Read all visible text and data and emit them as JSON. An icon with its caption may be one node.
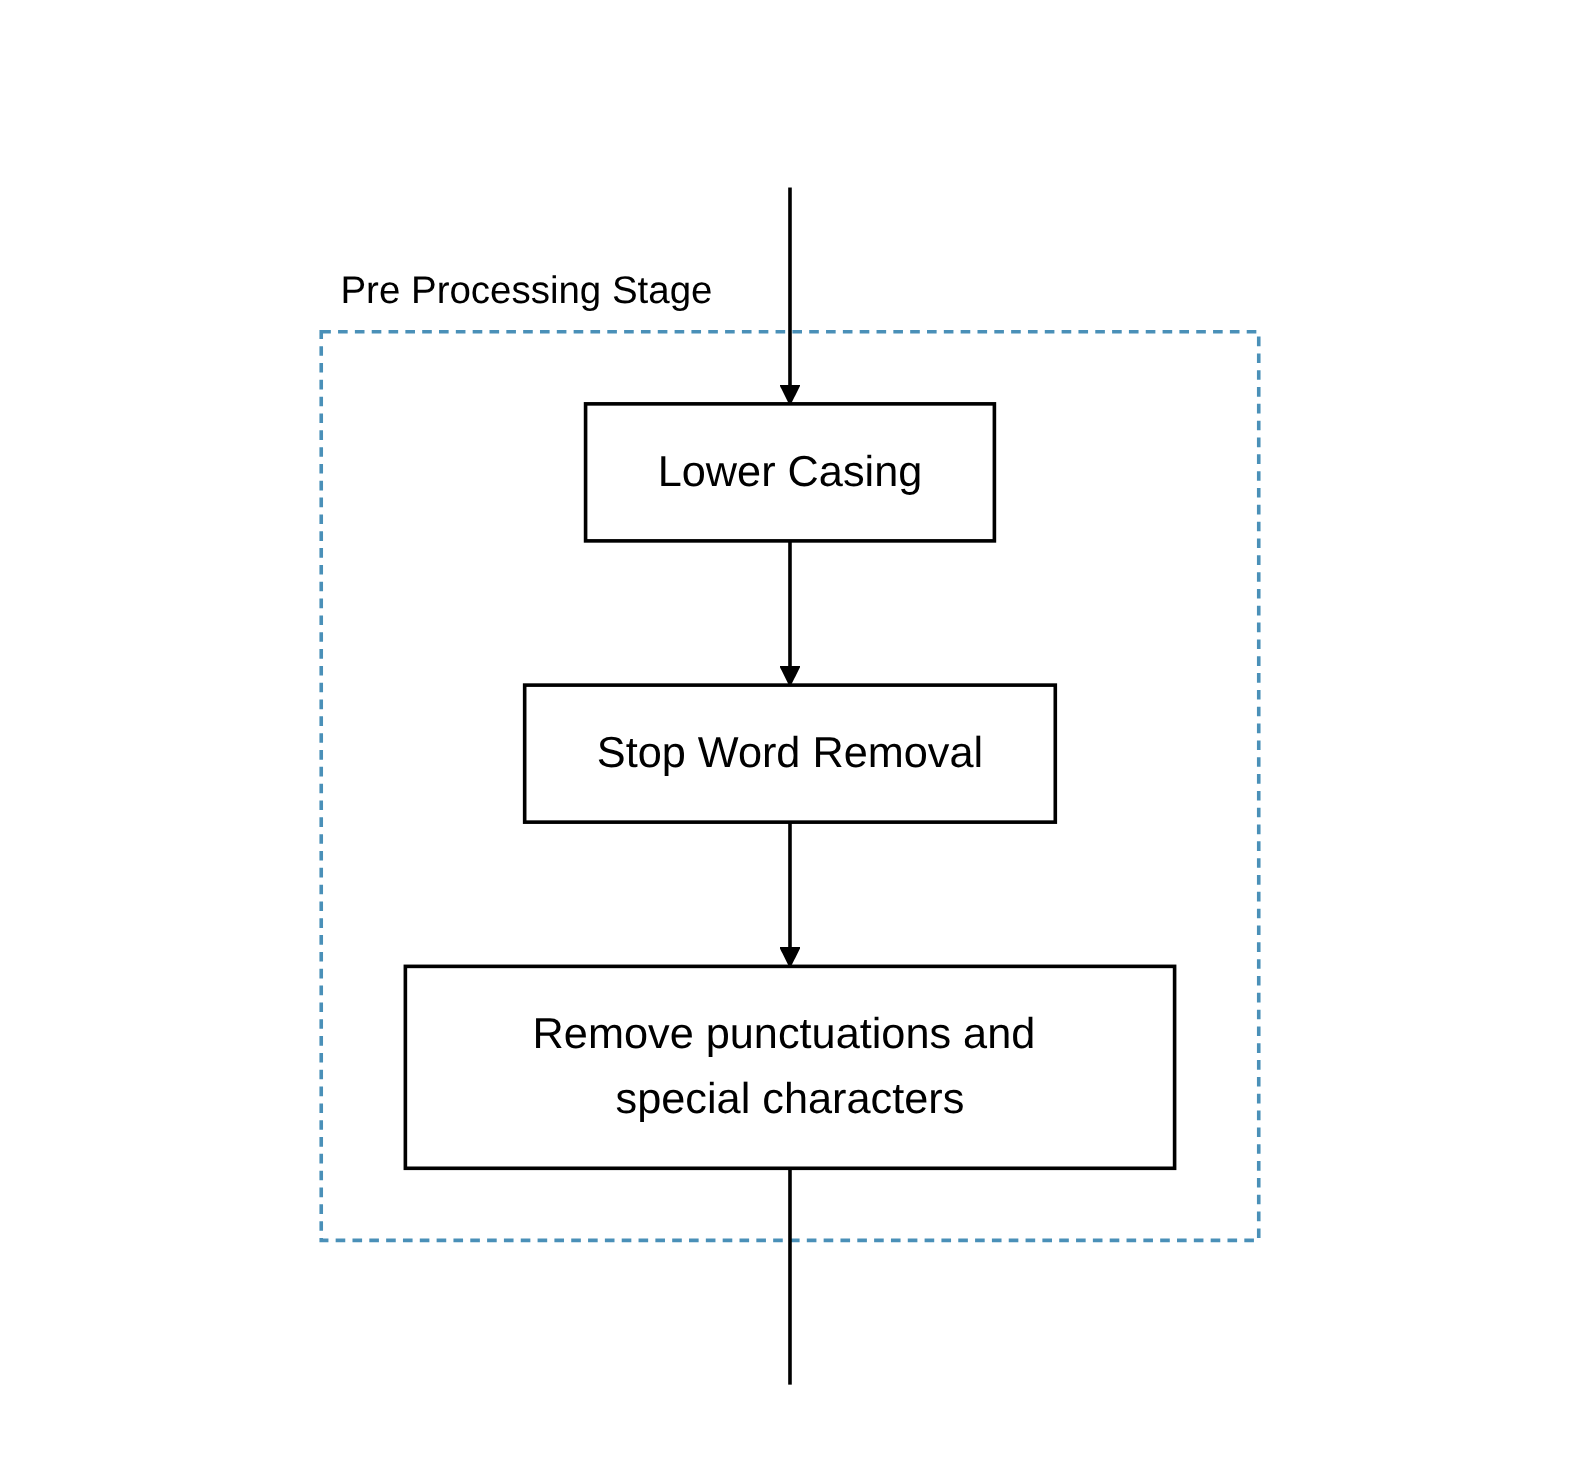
{
  "diagram": {
    "nodes": [
      {
        "text": [
          "Pre  Processing Stage"
        ]
      },
      {
        "text": [
          "Lower Casing"
        ],
        "in": 0
      },
      {
        "text": [
          "Stop Word Removal"
        ],
        "in": 0
      },
      {
        "text": [
          "Remove punctuations and special characters"
        ],
        "in": 0
      }
    ],
    "edges": [
      {
        "from": null,
        "to": 1,
        "arrow": "to"
      },
      {
        "from": 1,
        "to": 2,
        "arrow": "to"
      },
      {
        "from": 2,
        "to": 3,
        "arrow": "to"
      },
      {
        "from": 3,
        "to": null,
        "arrow": "none"
      }
    ]
  }
}
